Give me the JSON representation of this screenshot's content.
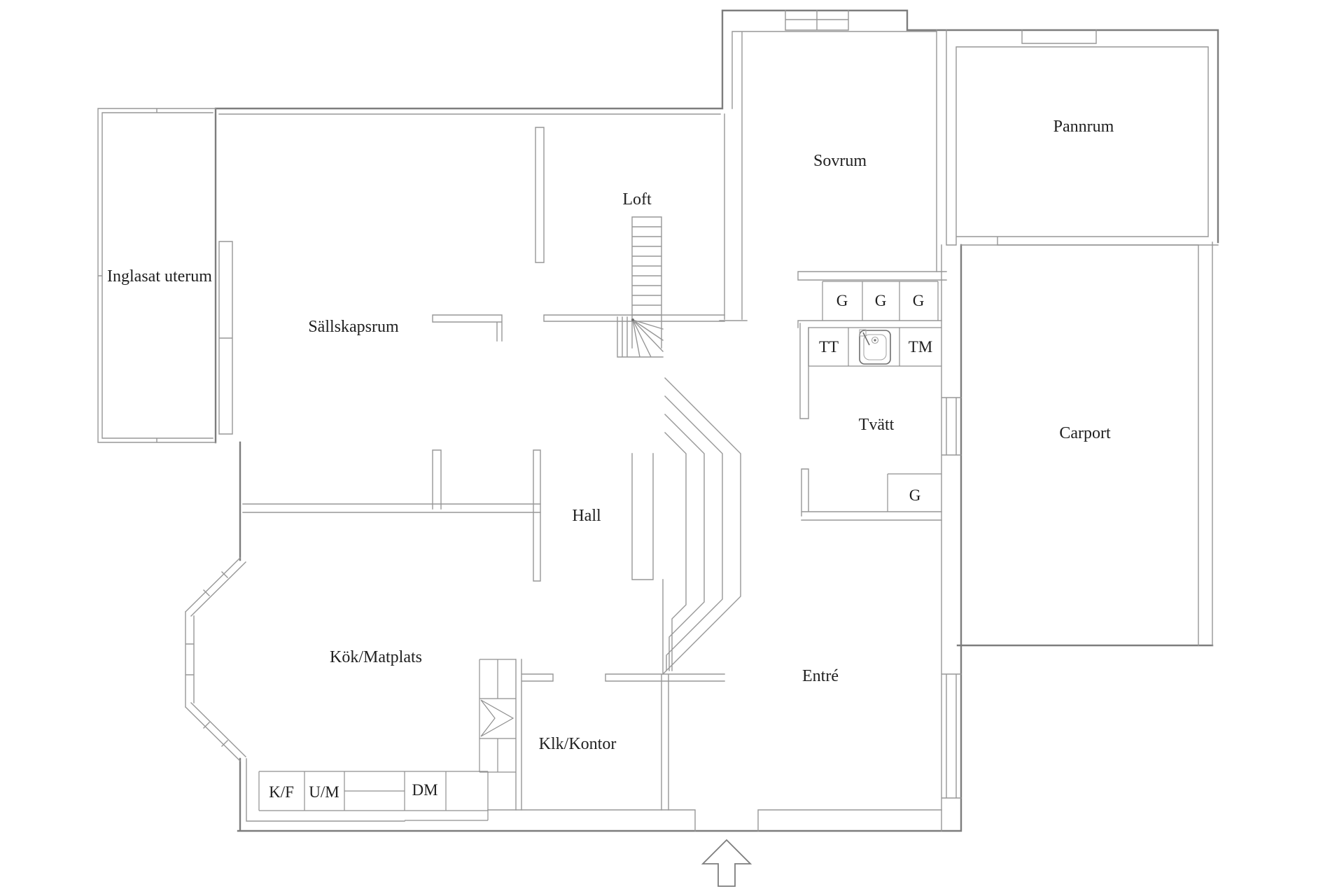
{
  "plan": {
    "type": "floor-plan",
    "language": "sv",
    "rooms": {
      "inglasat_uterum": {
        "label": "Inglasat uterum"
      },
      "sallskapsrum": {
        "label": "Sällskapsrum"
      },
      "loft": {
        "label": "Loft"
      },
      "sovrum": {
        "label": "Sovrum"
      },
      "pannrum": {
        "label": "Pannrum"
      },
      "carport": {
        "label": "Carport"
      },
      "tvatt": {
        "label": "Tvätt"
      },
      "hall": {
        "label": "Hall"
      },
      "kok_matplats": {
        "label": "Kök/Matplats"
      },
      "entre": {
        "label": "Entré"
      },
      "klk_kontor": {
        "label": "Klk/Kontor"
      }
    },
    "fixtures": {
      "wardrobe_1": {
        "label": "G"
      },
      "wardrobe_2": {
        "label": "G"
      },
      "wardrobe_3": {
        "label": "G"
      },
      "wardrobe_4": {
        "label": "G"
      },
      "dryer": {
        "label": "TT"
      },
      "washing_machine": {
        "label": "TM"
      },
      "fridge_freezer": {
        "label": "K/F"
      },
      "oven_micro": {
        "label": "U/M"
      },
      "dishwasher": {
        "label": "DM"
      }
    },
    "icons": {
      "sink": "laundry-sink-icon",
      "entrance_arrow": "entrance-arrow-icon"
    },
    "colors": {
      "wall_outer": "#7d7d7d",
      "wall_inner": "#979797",
      "text": "#1f1f1f",
      "background": "#ffffff"
    }
  }
}
